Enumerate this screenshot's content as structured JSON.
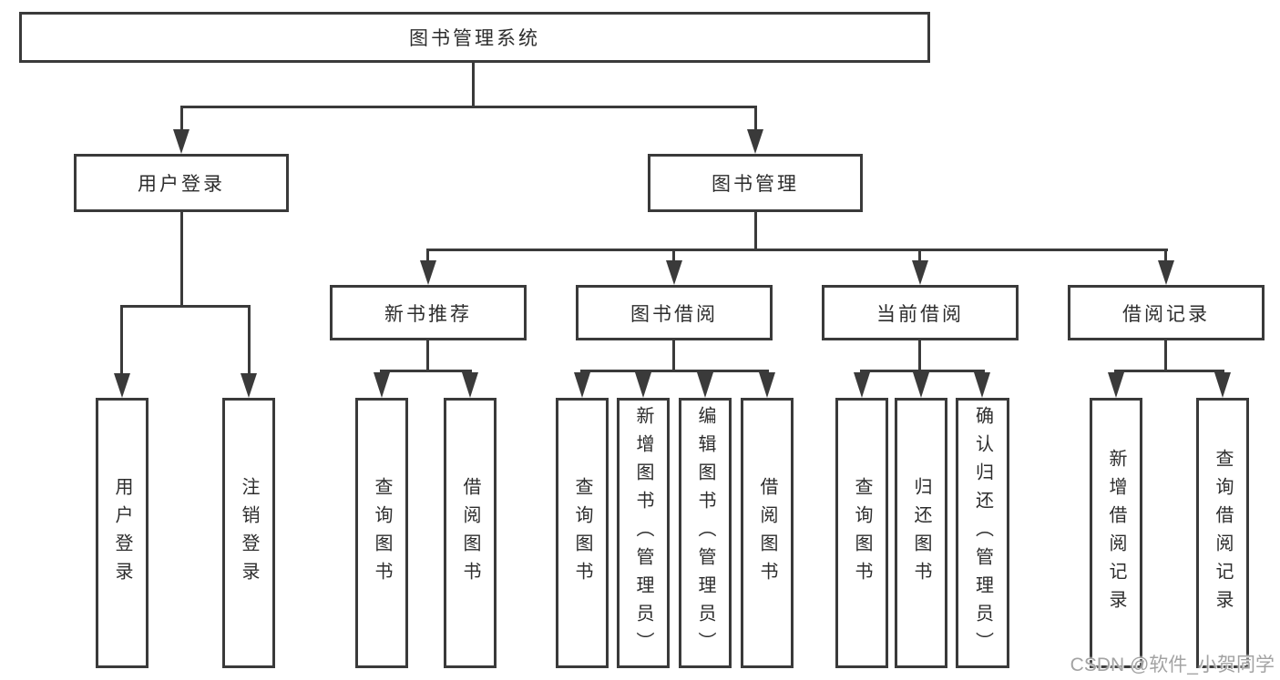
{
  "tree": {
    "root": {
      "label": "图书管理系统"
    },
    "user": {
      "label": "用户登录",
      "children": [
        {
          "label": "用户登录"
        },
        {
          "label": "注销登录"
        }
      ]
    },
    "book": {
      "label": "图书管理",
      "sections": [
        {
          "label": "新书推荐",
          "children": [
            {
              "label": "查询图书"
            },
            {
              "label": "借阅图书"
            }
          ]
        },
        {
          "label": "图书借阅",
          "children": [
            {
              "label": "查询图书"
            },
            {
              "label": "新增图书（管理员）"
            },
            {
              "label": "编辑图书（管理员）"
            },
            {
              "label": "借阅图书"
            }
          ]
        },
        {
          "label": "当前借阅",
          "children": [
            {
              "label": "查询图书"
            },
            {
              "label": "归还图书"
            },
            {
              "label": "确认归还（管理员）"
            }
          ]
        },
        {
          "label": "借阅记录",
          "children": [
            {
              "label": "新增借阅记录"
            },
            {
              "label": "查询借阅记录"
            }
          ]
        }
      ]
    }
  },
  "watermark": {
    "text": "CSDN @软件_小贺同学"
  },
  "colors": {
    "line": "#3a3a3a",
    "text": "#2d2d2d",
    "watermark": "#a3a3a3",
    "background": "#ffffff"
  }
}
